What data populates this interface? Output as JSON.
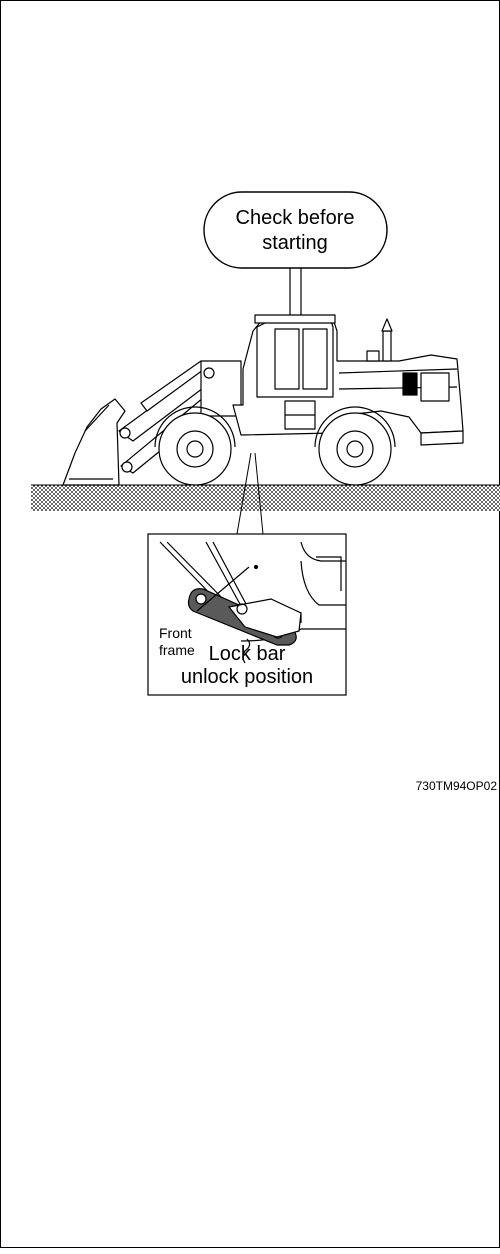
{
  "callout": {
    "line1": "Check before",
    "line2": "starting"
  },
  "detail": {
    "frame_line1": "Front",
    "frame_line2": "frame",
    "lock_line1": "Lock bar",
    "lock_line2": "unlock position"
  },
  "figure_code": "730TM94OP02",
  "icons": [
    "wheel-loader",
    "lock-bar"
  ]
}
